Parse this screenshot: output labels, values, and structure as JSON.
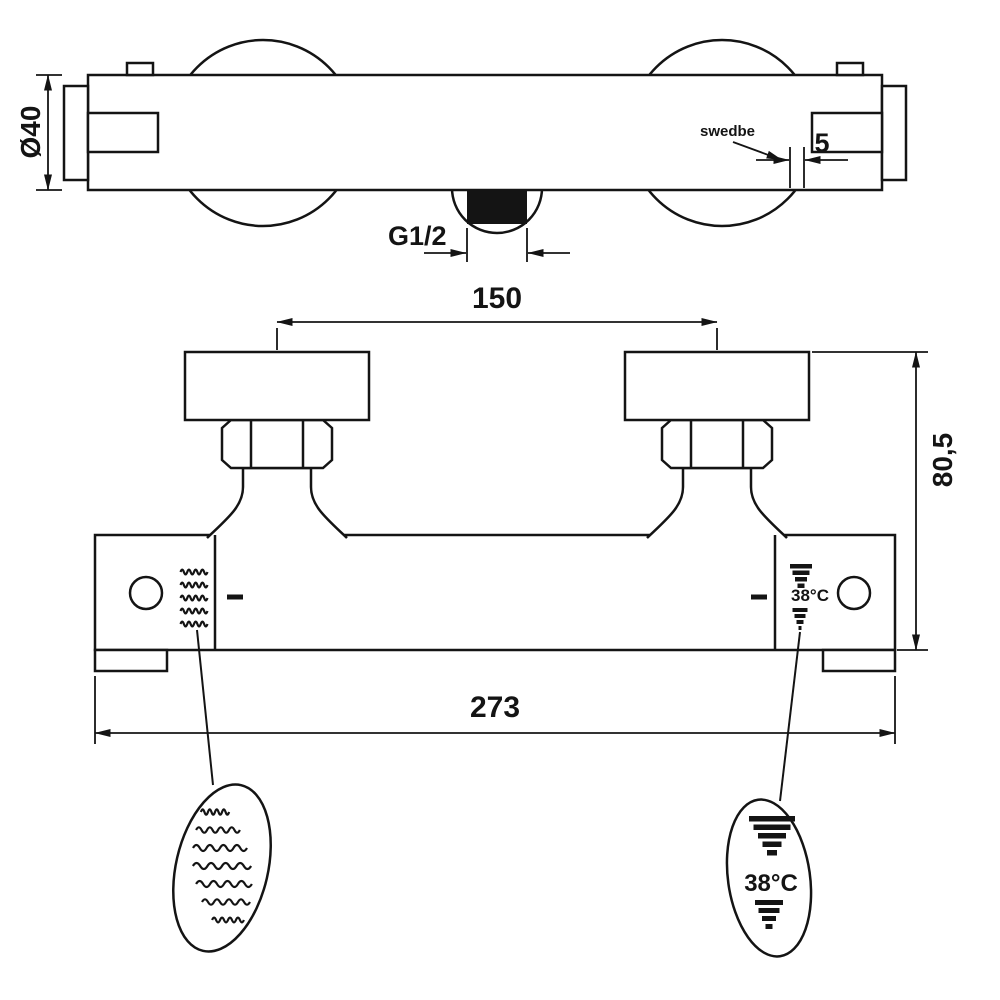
{
  "colors": {
    "line": "#141414",
    "background": "#ffffff",
    "thread_fill": "#141414"
  },
  "top_view": {
    "diameter_label": "Ø40",
    "brand_label": "swedbe",
    "logo_offset_label": "5",
    "thread_label": "G1/2"
  },
  "front_view": {
    "hole_spacing_label": "150",
    "depth_label": "80,5",
    "width_label": "273",
    "temp_stop_label": "38°C"
  },
  "callouts": {
    "hot_symbol_icon": "wavy-lines-icon",
    "temp_symbol_icon": "striped-triangle-icon",
    "temp_symbol_label": "38°C"
  }
}
